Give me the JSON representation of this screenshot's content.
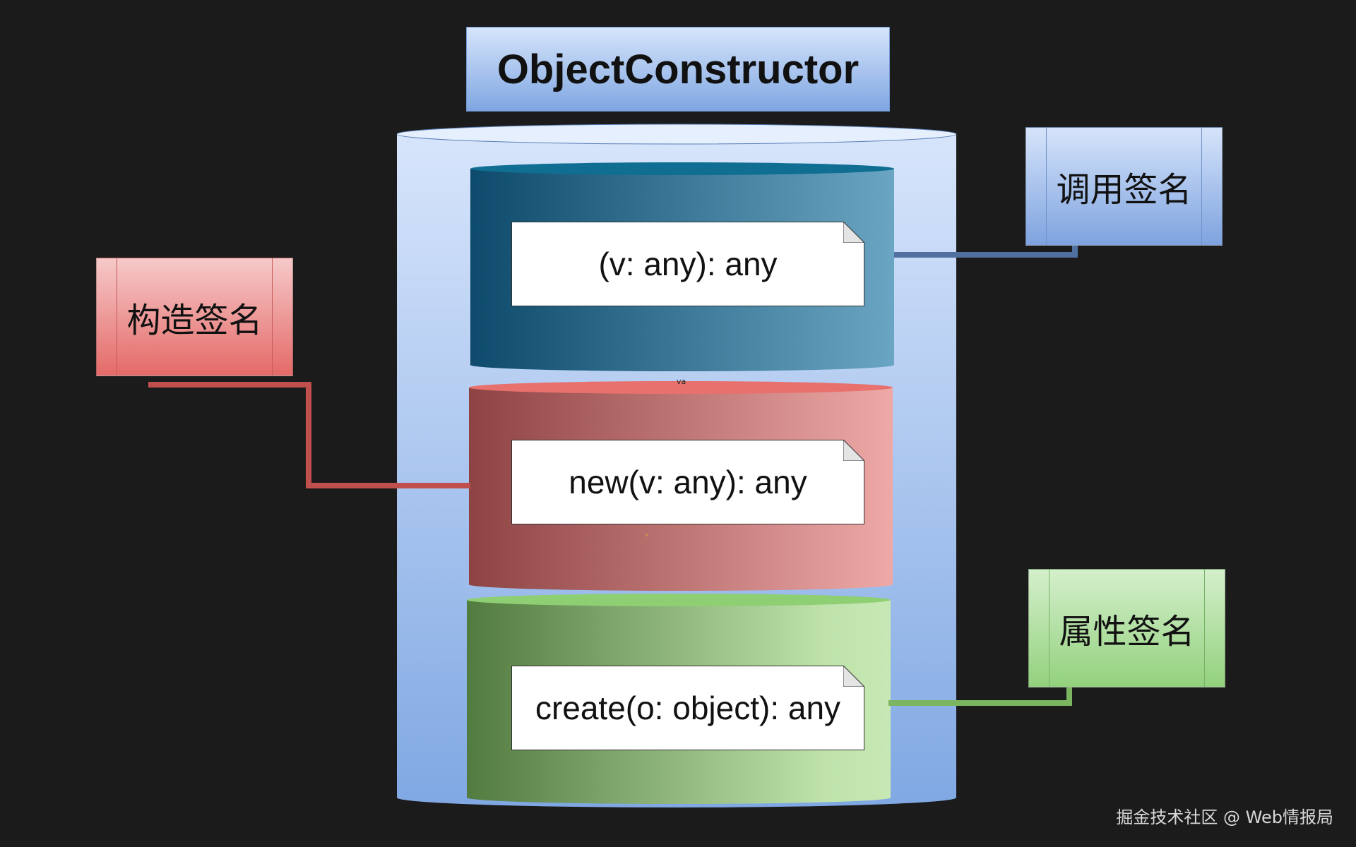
{
  "diagram": {
    "title": "ObjectConstructor",
    "call_signature_label": "调用签名",
    "construct_signature_label": "构造签名",
    "property_signature_label": "属性签名",
    "signatures": {
      "call": "(v: any): any",
      "construct": "new(v: any): any",
      "property": "create(o: object): any"
    },
    "tiny_text": "va",
    "watermark": "掘金技术社区 @ Web情报局"
  },
  "colors": {
    "background": "#1b1b1b",
    "outer_cylinder_top": "#d7e5fb",
    "outer_cylinder_bottom": "#80a8e3",
    "call_cylinder_dark": "#0d4a6b",
    "call_cylinder_light": "#6aa6c3",
    "construct_cylinder_dark": "#8e4343",
    "construct_cylinder_light": "#eea9a7",
    "property_cylinder_dark": "#527b40",
    "property_cylinder_light": "#bfe3ab",
    "call_connector": "#5070a0",
    "construct_connector": "#c0504d",
    "property_connector": "#7cb560"
  }
}
